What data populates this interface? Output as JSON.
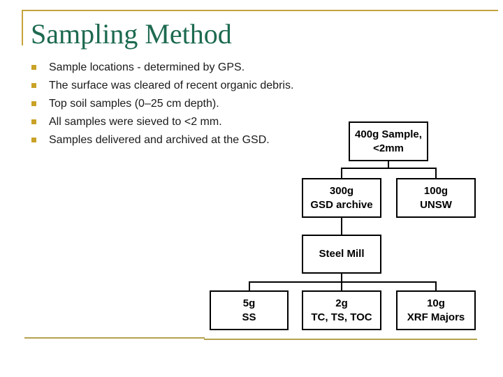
{
  "slide": {
    "title": "Sampling Method",
    "bullets": [
      "Sample locations - determined by GPS.",
      "The surface was cleared of recent organic debris.",
      "Top soil samples (0–25 cm depth).",
      "All samples were sieved to <2 mm.",
      "Samples delivered and archived at the GSD."
    ]
  },
  "flowchart": {
    "nodes": [
      {
        "id": "sample-400g",
        "line1": "400g Sample,",
        "line2": "<2mm"
      },
      {
        "id": "gsd-archive-300g",
        "line1": "300g",
        "line2": "GSD archive"
      },
      {
        "id": "unsw-100g",
        "line1": "100g",
        "line2": "UNSW"
      },
      {
        "id": "steel-mill",
        "line1": "Steel Mill",
        "line2": ""
      },
      {
        "id": "ss-5g",
        "line1": "5g",
        "line2": "SS"
      },
      {
        "id": "tc-ts-toc-2g",
        "line1": "2g",
        "line2": "TC, TS, TOC"
      },
      {
        "id": "xrf-majors-10g",
        "line1": "10g",
        "line2": "XRF Majors"
      }
    ]
  },
  "colors": {
    "title_green": "#1D6A4F",
    "accent_gold": "#C5A23C",
    "footer_gold": "#B5A24E",
    "bullet_gold": "#C9A227",
    "box_border": "#000000"
  }
}
